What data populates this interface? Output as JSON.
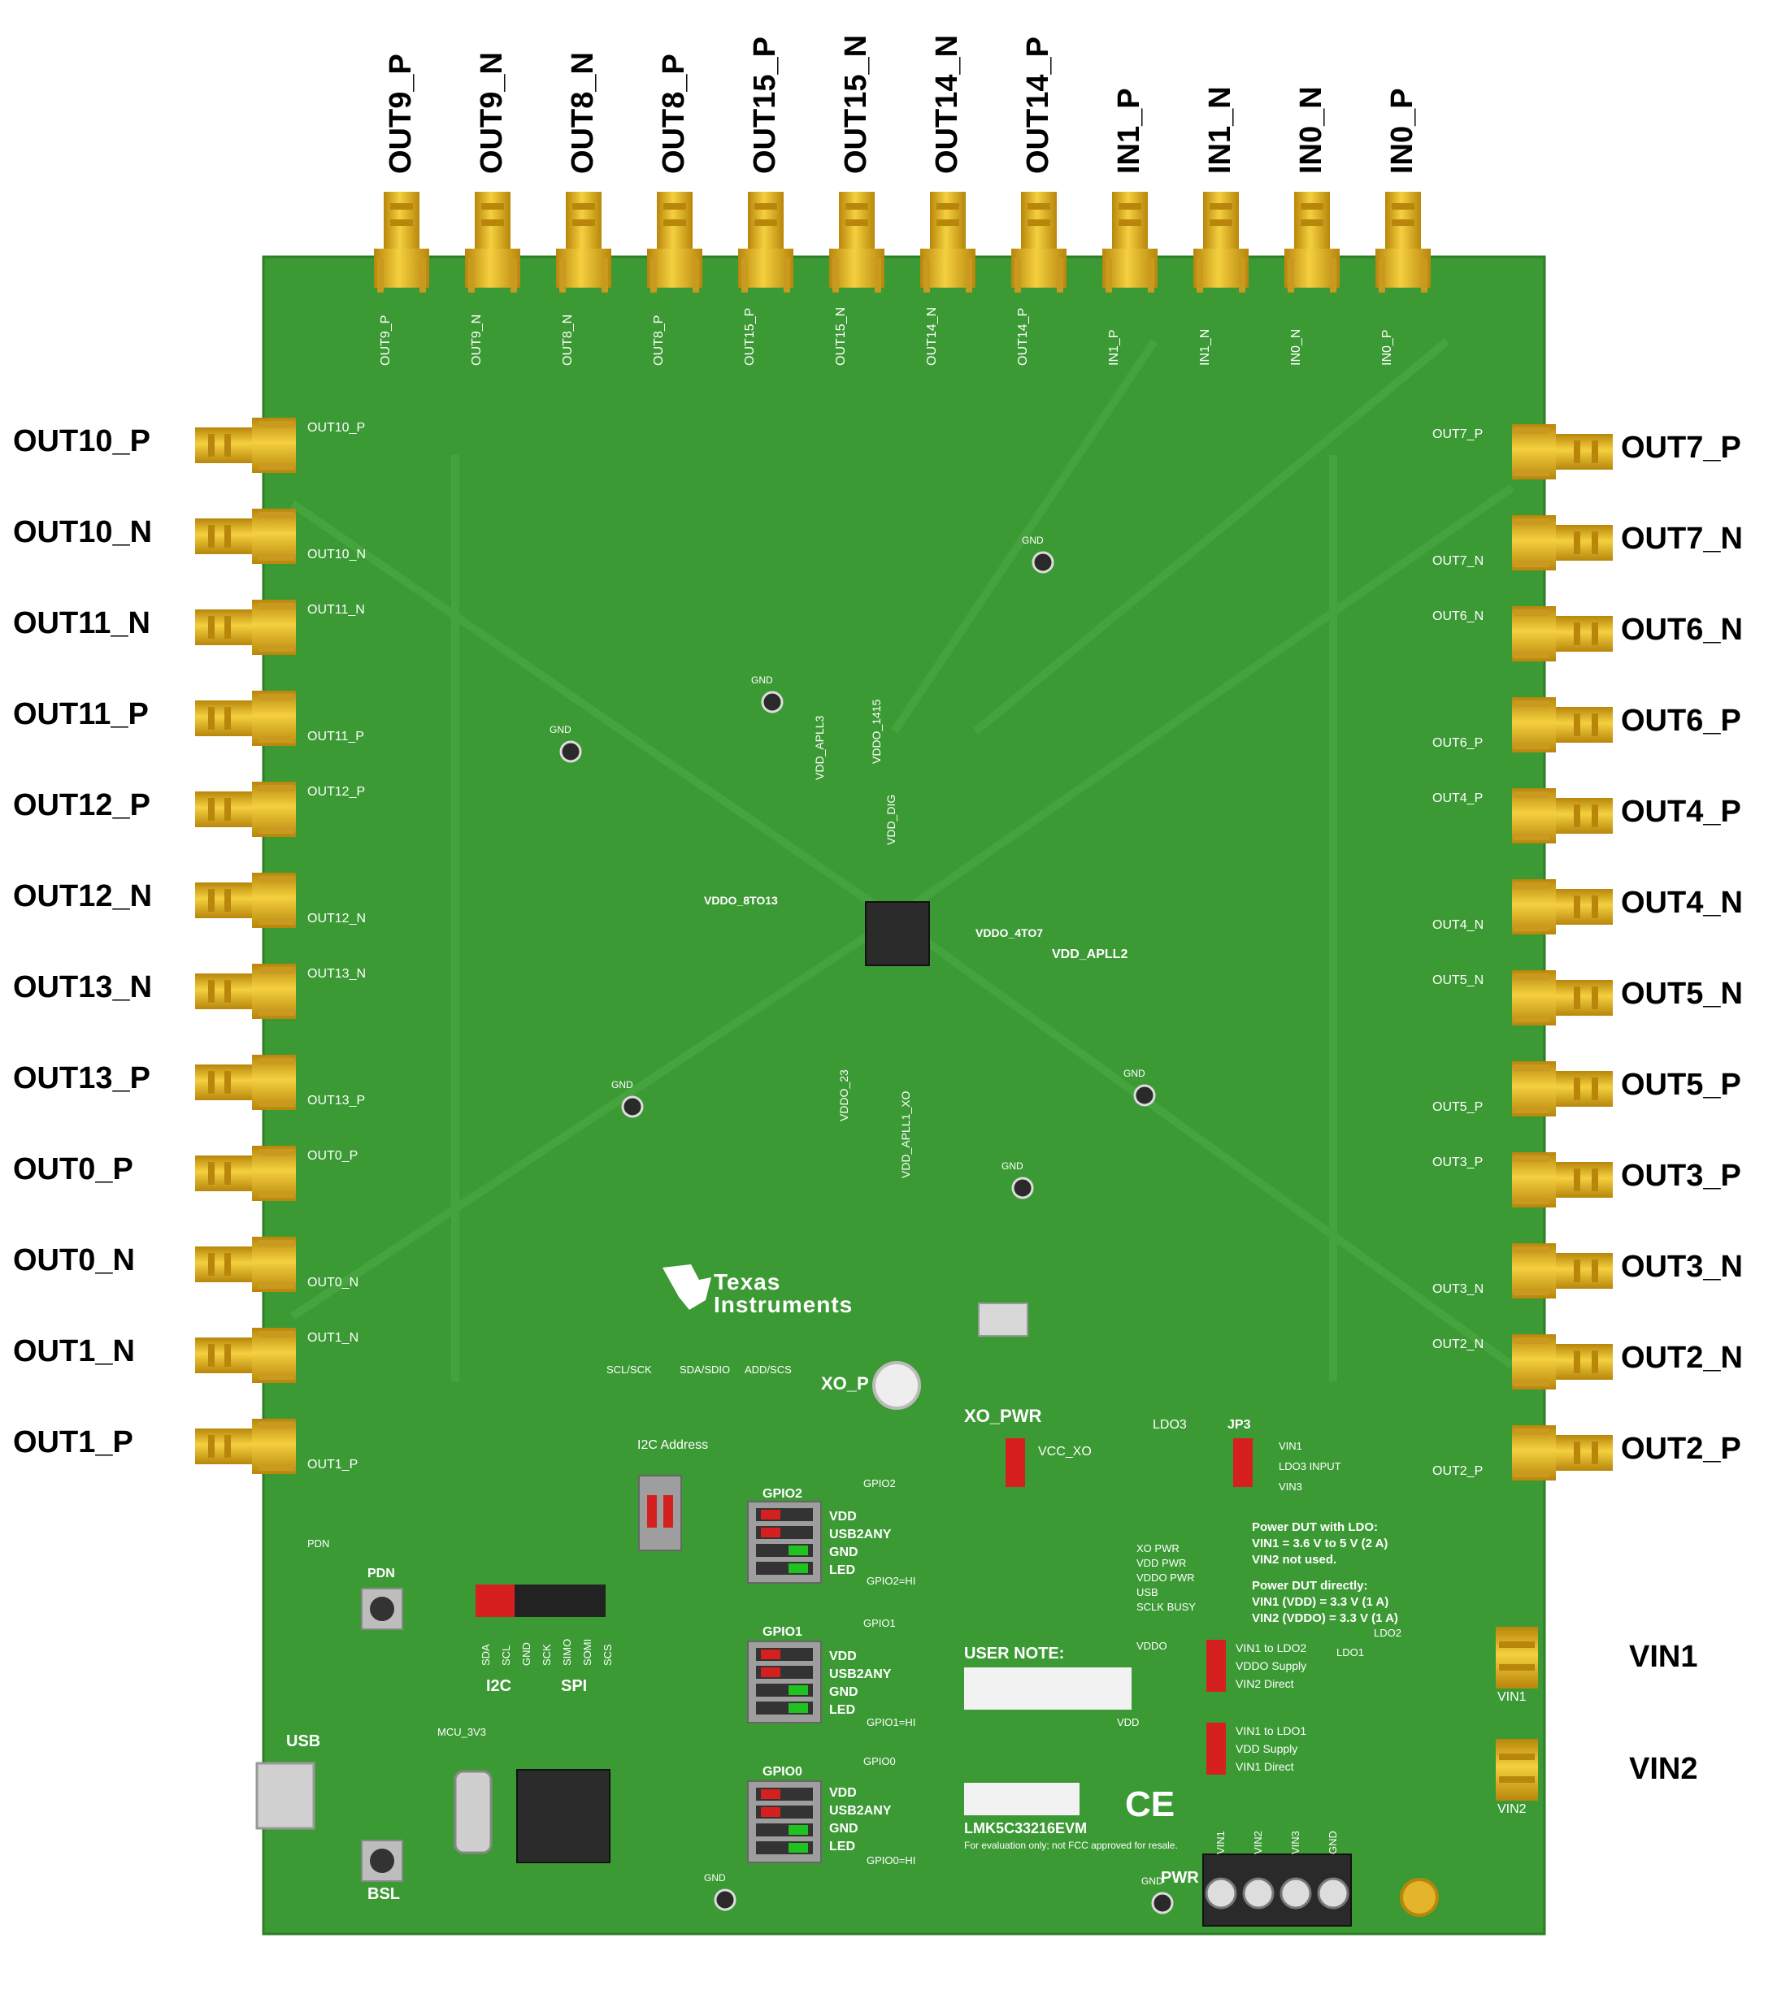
{
  "board": {
    "name": "LMK5C33216EVM",
    "disclaimer": "For evaluation only; not FCC approved for resale.",
    "brand_line1": "Texas",
    "brand_line2": "Instruments",
    "ce_mark": "CE",
    "user_note": "USER NOTE:",
    "colors": {
      "pcb": "#3c9a35",
      "copper": "#e3b52a",
      "silkscreen": "#ffffff"
    }
  },
  "top_connectors": [
    "OUT9_P",
    "OUT9_N",
    "OUT8_N",
    "OUT8_P",
    "OUT15_P",
    "OUT15_N",
    "OUT14_N",
    "OUT14_P",
    "IN1_P",
    "IN1_N",
    "IN0_N",
    "IN0_P"
  ],
  "left_connectors": [
    "OUT10_P",
    "OUT10_N",
    "OUT11_N",
    "OUT11_P",
    "OUT12_P",
    "OUT12_N",
    "OUT13_N",
    "OUT13_P",
    "OUT0_P",
    "OUT0_N",
    "OUT1_N",
    "OUT1_P"
  ],
  "right_connectors": [
    "OUT7_P",
    "OUT7_N",
    "OUT6_N",
    "OUT6_P",
    "OUT4_P",
    "OUT4_N",
    "OUT5_N",
    "OUT5_P",
    "OUT3_P",
    "OUT3_N",
    "OUT2_N",
    "OUT2_P"
  ],
  "power_connectors": [
    "VIN1",
    "VIN2"
  ],
  "silk": {
    "gnd": "GND",
    "xo_p": "XO_P",
    "xo_pwr": "XO_PWR",
    "vcc_xo": "VCC_XO",
    "ldo3": "LDO3",
    "jp3": "JP3",
    "jp3_vin1": "VIN1",
    "jp3_ldo3_input": "LDO3 INPUT",
    "jp3_vin3": "VIN3",
    "i2c_address": "I2C Address",
    "scl_sck": "SCL/SCK",
    "sda_sdio": "SDA/SDIO",
    "add_scs": "ADD/SCS",
    "gpio2": "GPIO2",
    "gpio1": "GPIO1",
    "gpio0": "GPIO0",
    "vdd": "VDD",
    "usb2any": "USB2ANY",
    "led": "LED",
    "gpio2_hi": "GPIO2=HI",
    "gpio1_hi": "GPIO1=HI",
    "gpio0_hi": "GPIO0=HI",
    "pdn": "PDN",
    "usb": "USB",
    "bsl": "BSL",
    "mcu_3v3": "MCU_3V3",
    "i2c": "I2C",
    "spi": "SPI",
    "sda": "SDA",
    "scl": "SCL",
    "sck": "SCK",
    "simo": "SIMO",
    "somi": "SOMI",
    "scs": "SCS",
    "pwr": "PWR",
    "vddo": "VDDO",
    "vdd_apll2": "VDD_APLL2",
    "vddo_4to7": "VDDO_4TO7",
    "vddo_8to13": "VDDO_8TO13",
    "vddo_1415": "VDDO_1415",
    "vdd_apll3": "VDD_APLL3",
    "vdd_dig": "VDD_DIG",
    "vddo_23": "VDDO_23",
    "vdd_apll1_xo": "VDD_APLL1_XO",
    "vin3": "VIN3",
    "jp2_ldo2": "VIN1 to LDO2",
    "jp2_supply": "VDDO Supply",
    "jp2_direct": "VIN2 Direct",
    "jp1_ldo1": "VIN1 to LDO1",
    "jp1_supply": "VDD Supply",
    "jp1_direct": "VIN1 Direct",
    "ldo1": "LDO1",
    "ldo2": "LDO2",
    "status_leds": [
      "XO PWR",
      "VDD PWR",
      "VDDO PWR",
      "USB",
      "SCLK BUSY"
    ]
  },
  "power_notes": [
    "Power DUT with LDO:",
    "VIN1 = 3.6 V to 5 V (2 A)",
    "VIN2 not used.",
    "Power DUT directly:",
    "VIN1 (VDD) = 3.3 V (1 A)",
    "VIN2 (VDDO) = 3.3 V (1 A)"
  ],
  "terminal_labels": [
    "VIN1",
    "VIN2",
    "VIN3",
    "GND"
  ]
}
